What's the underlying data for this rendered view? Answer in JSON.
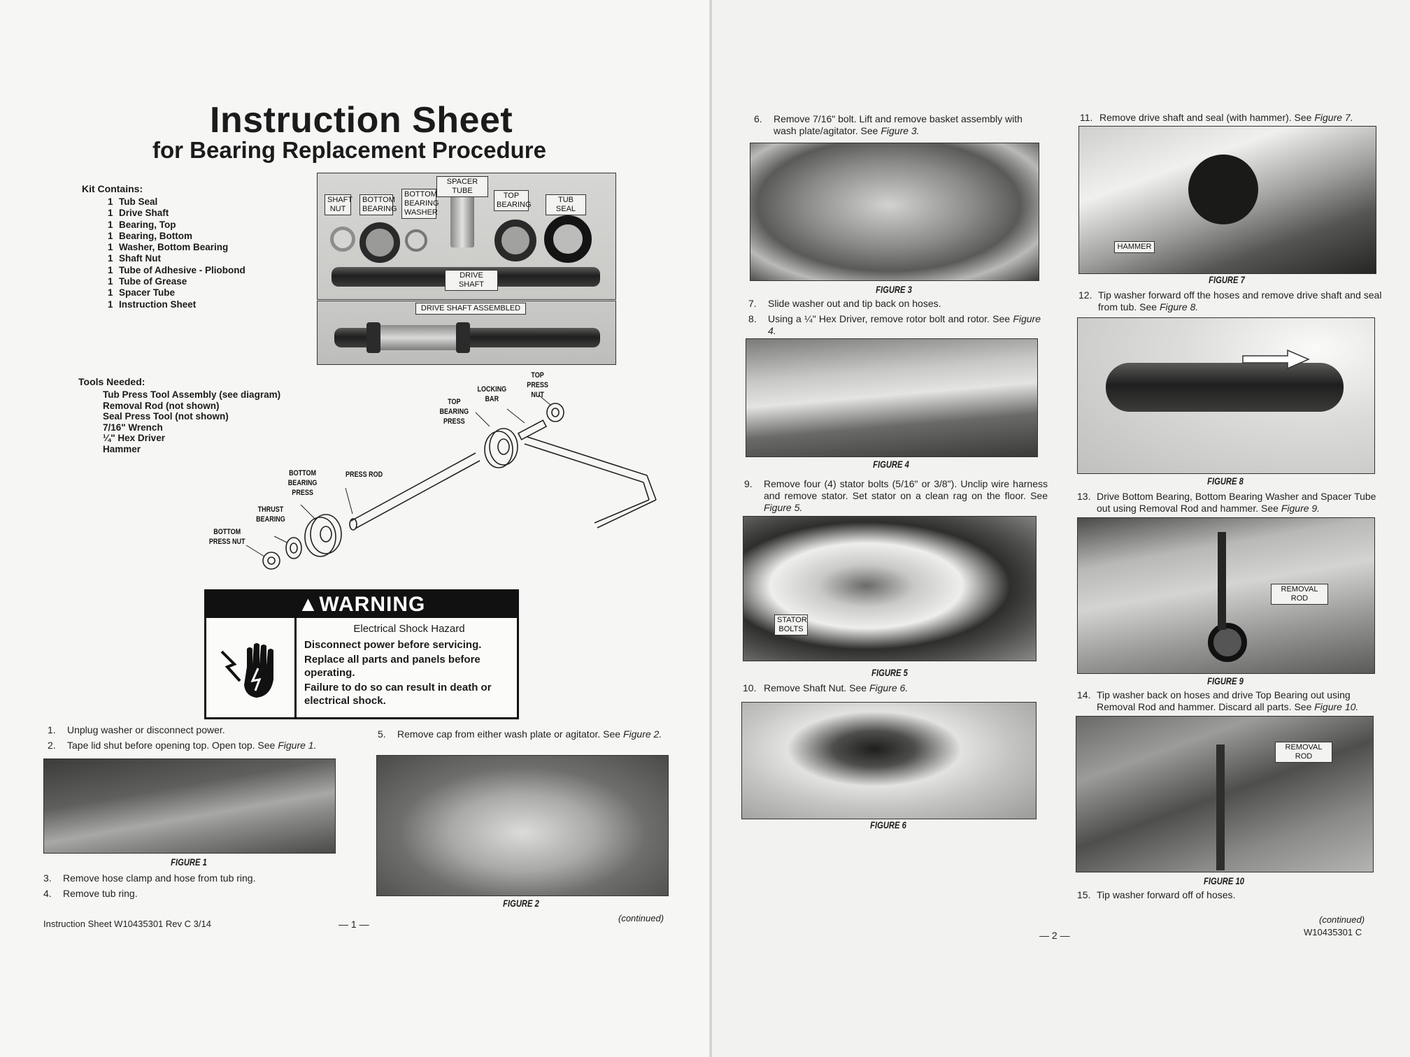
{
  "left_page": {
    "title": "Instruction Sheet",
    "subtitle": "for Bearing Replacement Procedure",
    "kit_heading": "Kit Contains:",
    "kit_items": [
      {
        "qty": "1",
        "name": "Tub Seal"
      },
      {
        "qty": "1",
        "name": "Drive Shaft"
      },
      {
        "qty": "1",
        "name": "Bearing, Top"
      },
      {
        "qty": "1",
        "name": "Bearing, Bottom"
      },
      {
        "qty": "1",
        "name": "Washer, Bottom Bearing"
      },
      {
        "qty": "1",
        "name": "Shaft Nut"
      },
      {
        "qty": "1",
        "name": "Tube of Adhesive - Pliobond"
      },
      {
        "qty": "1",
        "name": "Tube of Grease"
      },
      {
        "qty": "1",
        "name": "Spacer Tube"
      },
      {
        "qty": "1",
        "name": "Instruction Sheet"
      }
    ],
    "tools_heading": "Tools Needed:",
    "tools_items": [
      "Tub Press Tool Assembly (see diagram)",
      "Removal Rod (not shown)",
      "Seal Press Tool (not shown)",
      "7/16\" Wrench",
      "¼\" Hex Driver",
      "Hammer"
    ],
    "parts_labels": {
      "shaft_nut": "SHAFT NUT",
      "bottom_bearing": "BOTTOM BEARING",
      "bottom_bearing_washer": "BOTTOM BEARING WASHER",
      "spacer_tube": "SPACER TUBE",
      "top_bearing": "TOP BEARING",
      "tub_seal": "TUB SEAL",
      "drive_shaft": "DRIVE SHAFT",
      "drive_shaft_assembled": "DRIVE SHAFT ASSEMBLED"
    },
    "tool_labels": {
      "top_press_nut": "TOP PRESS NUT",
      "locking_bar": "LOCKING BAR",
      "top_bearing_press": "TOP BEARING PRESS",
      "press_rod": "PRESS ROD",
      "bottom_bearing_press": "BOTTOM BEARING PRESS",
      "thrust_bearing": "THRUST BEARING",
      "bottom_press_nut": "BOTTOM PRESS NUT"
    },
    "warning": {
      "banner": "WARNING",
      "hazard": "Electrical Shock Hazard",
      "line1": "Disconnect power before servicing.",
      "line2": "Replace all parts and panels before operating.",
      "line3": "Failure to do so can result in death or electrical shock."
    },
    "steps": {
      "s1": {
        "n": "1.",
        "t": "Unplug washer or disconnect power."
      },
      "s2": {
        "n": "2.",
        "t": "Tape lid shut before opening top. Open top. See",
        "ref": "Figure 1."
      },
      "s3": {
        "n": "3.",
        "t": "Remove hose clamp and hose from tub ring."
      },
      "s4": {
        "n": "4.",
        "t": "Remove tub ring."
      },
      "s5": {
        "n": "5.",
        "t": "Remove cap from either wash plate or agitator. See",
        "ref": "Figure 2."
      }
    },
    "fig1": "FIGURE 1",
    "fig2": "FIGURE 2",
    "continued": "(continued)",
    "footer": "Instruction Sheet W10435301 Rev C  3/14",
    "page_number": "— 1 —"
  },
  "right_page": {
    "steps": {
      "s6": {
        "n": "6.",
        "t": "Remove 7/16\" bolt. Lift and remove basket assembly with wash plate/agitator. See",
        "ref": "Figure 3."
      },
      "s7": {
        "n": "7.",
        "t": "Slide washer out and tip back on hoses."
      },
      "s8": {
        "n": "8.",
        "t": "Using a ¼\" Hex Driver, remove rotor bolt and rotor. See",
        "ref": "Figure 4."
      },
      "s9": {
        "n": "9.",
        "t": "Remove four (4) stator bolts (5/16\" or 3/8\"). Unclip wire harness and remove stator. Set stator on a clean rag on the floor. See",
        "ref": "Figure 5."
      },
      "s10": {
        "n": "10.",
        "t": "Remove Shaft Nut. See",
        "ref": "Figure 6."
      },
      "s11": {
        "n": "11.",
        "t": "Remove drive shaft and seal (with hammer). See",
        "ref": "Figure 7."
      },
      "s12": {
        "n": "12.",
        "t": "Tip washer forward off the hoses and remove drive shaft and seal from tub. See",
        "ref": "Figure 8."
      },
      "s13": {
        "n": "13.",
        "t": "Drive Bottom Bearing, Bottom Bearing Washer and Spacer Tube out using Removal Rod and hammer. See",
        "ref": "Figure 9."
      },
      "s14": {
        "n": "14.",
        "t": "Tip washer back on hoses and drive Top Bearing out using Removal Rod and hammer. Discard all parts. See",
        "ref": "Figure 10."
      },
      "s15": {
        "n": "15.",
        "t": "Tip washer forward off of hoses."
      }
    },
    "fig3": "FIGURE 3",
    "fig4": "FIGURE 4",
    "fig5": "FIGURE 5",
    "fig6": "FIGURE 6",
    "fig7": "FIGURE 7",
    "fig8": "FIGURE 8",
    "fig9": "FIGURE 9",
    "fig10": "FIGURE 10",
    "stator_bolts": "STATOR BOLTS",
    "hammer": "HAMMER",
    "removal_rod": "REMOVAL ROD",
    "continued": "(continued)",
    "doc_code": "W10435301  C",
    "page_number": "— 2 —"
  }
}
